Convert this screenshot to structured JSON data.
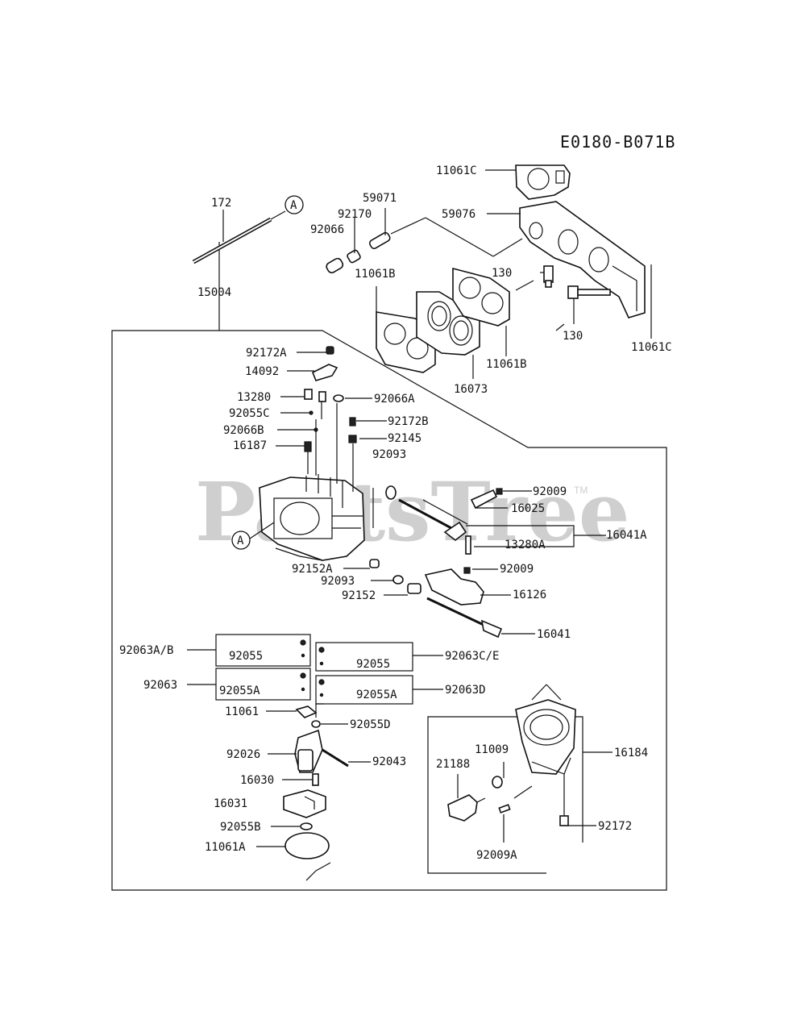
{
  "watermark": {
    "text": "PartsTree",
    "trademark": "TM"
  },
  "diagram_code": "E0180-B071B",
  "callout_marker": "A",
  "labels": {
    "p11061c_top": "11061C",
    "p59076": "59076",
    "p172": "172",
    "p59071": "59071",
    "p92170": "92170",
    "p92066": "92066",
    "p11061b_left": "11061B",
    "p130_a": "130",
    "p130_b": "130",
    "p11061c_right": "11061C",
    "p15004": "15004",
    "p11061b_right": "11061B",
    "p16073": "16073",
    "p92172a": "92172A",
    "p14092": "14092",
    "p13280": "13280",
    "p92066a": "92066A",
    "p92055c": "92055C",
    "p92172b": "92172B",
    "p92066b": "92066B",
    "p92145": "92145",
    "p16187": "16187",
    "p92093_top": "92093",
    "p92009_top": "92009",
    "p16025": "16025",
    "p16041a": "16041A",
    "p13280a": "13280A",
    "p92152a": "92152A",
    "p92009_mid": "92009",
    "p92093_mid": "92093",
    "p92152": "92152",
    "p16126": "16126",
    "p16041": "16041",
    "p92063ab": "92063A/B",
    "p92055_box1": "92055",
    "p92055_box2": "92055",
    "p92063ce": "92063C/E",
    "p92063": "92063",
    "p92055a_box3": "92055A",
    "p92055a_box4": "92055A",
    "p92063d": "92063D",
    "p11061": "11061",
    "p92055d": "92055D",
    "p11009": "11009",
    "p16184": "16184",
    "p21188": "21188",
    "p92026": "92026",
    "p92043": "92043",
    "p16030": "16030",
    "p16031": "16031",
    "p92055b": "92055B",
    "p92172": "92172",
    "p11061a": "11061A",
    "p92009a": "92009A"
  }
}
